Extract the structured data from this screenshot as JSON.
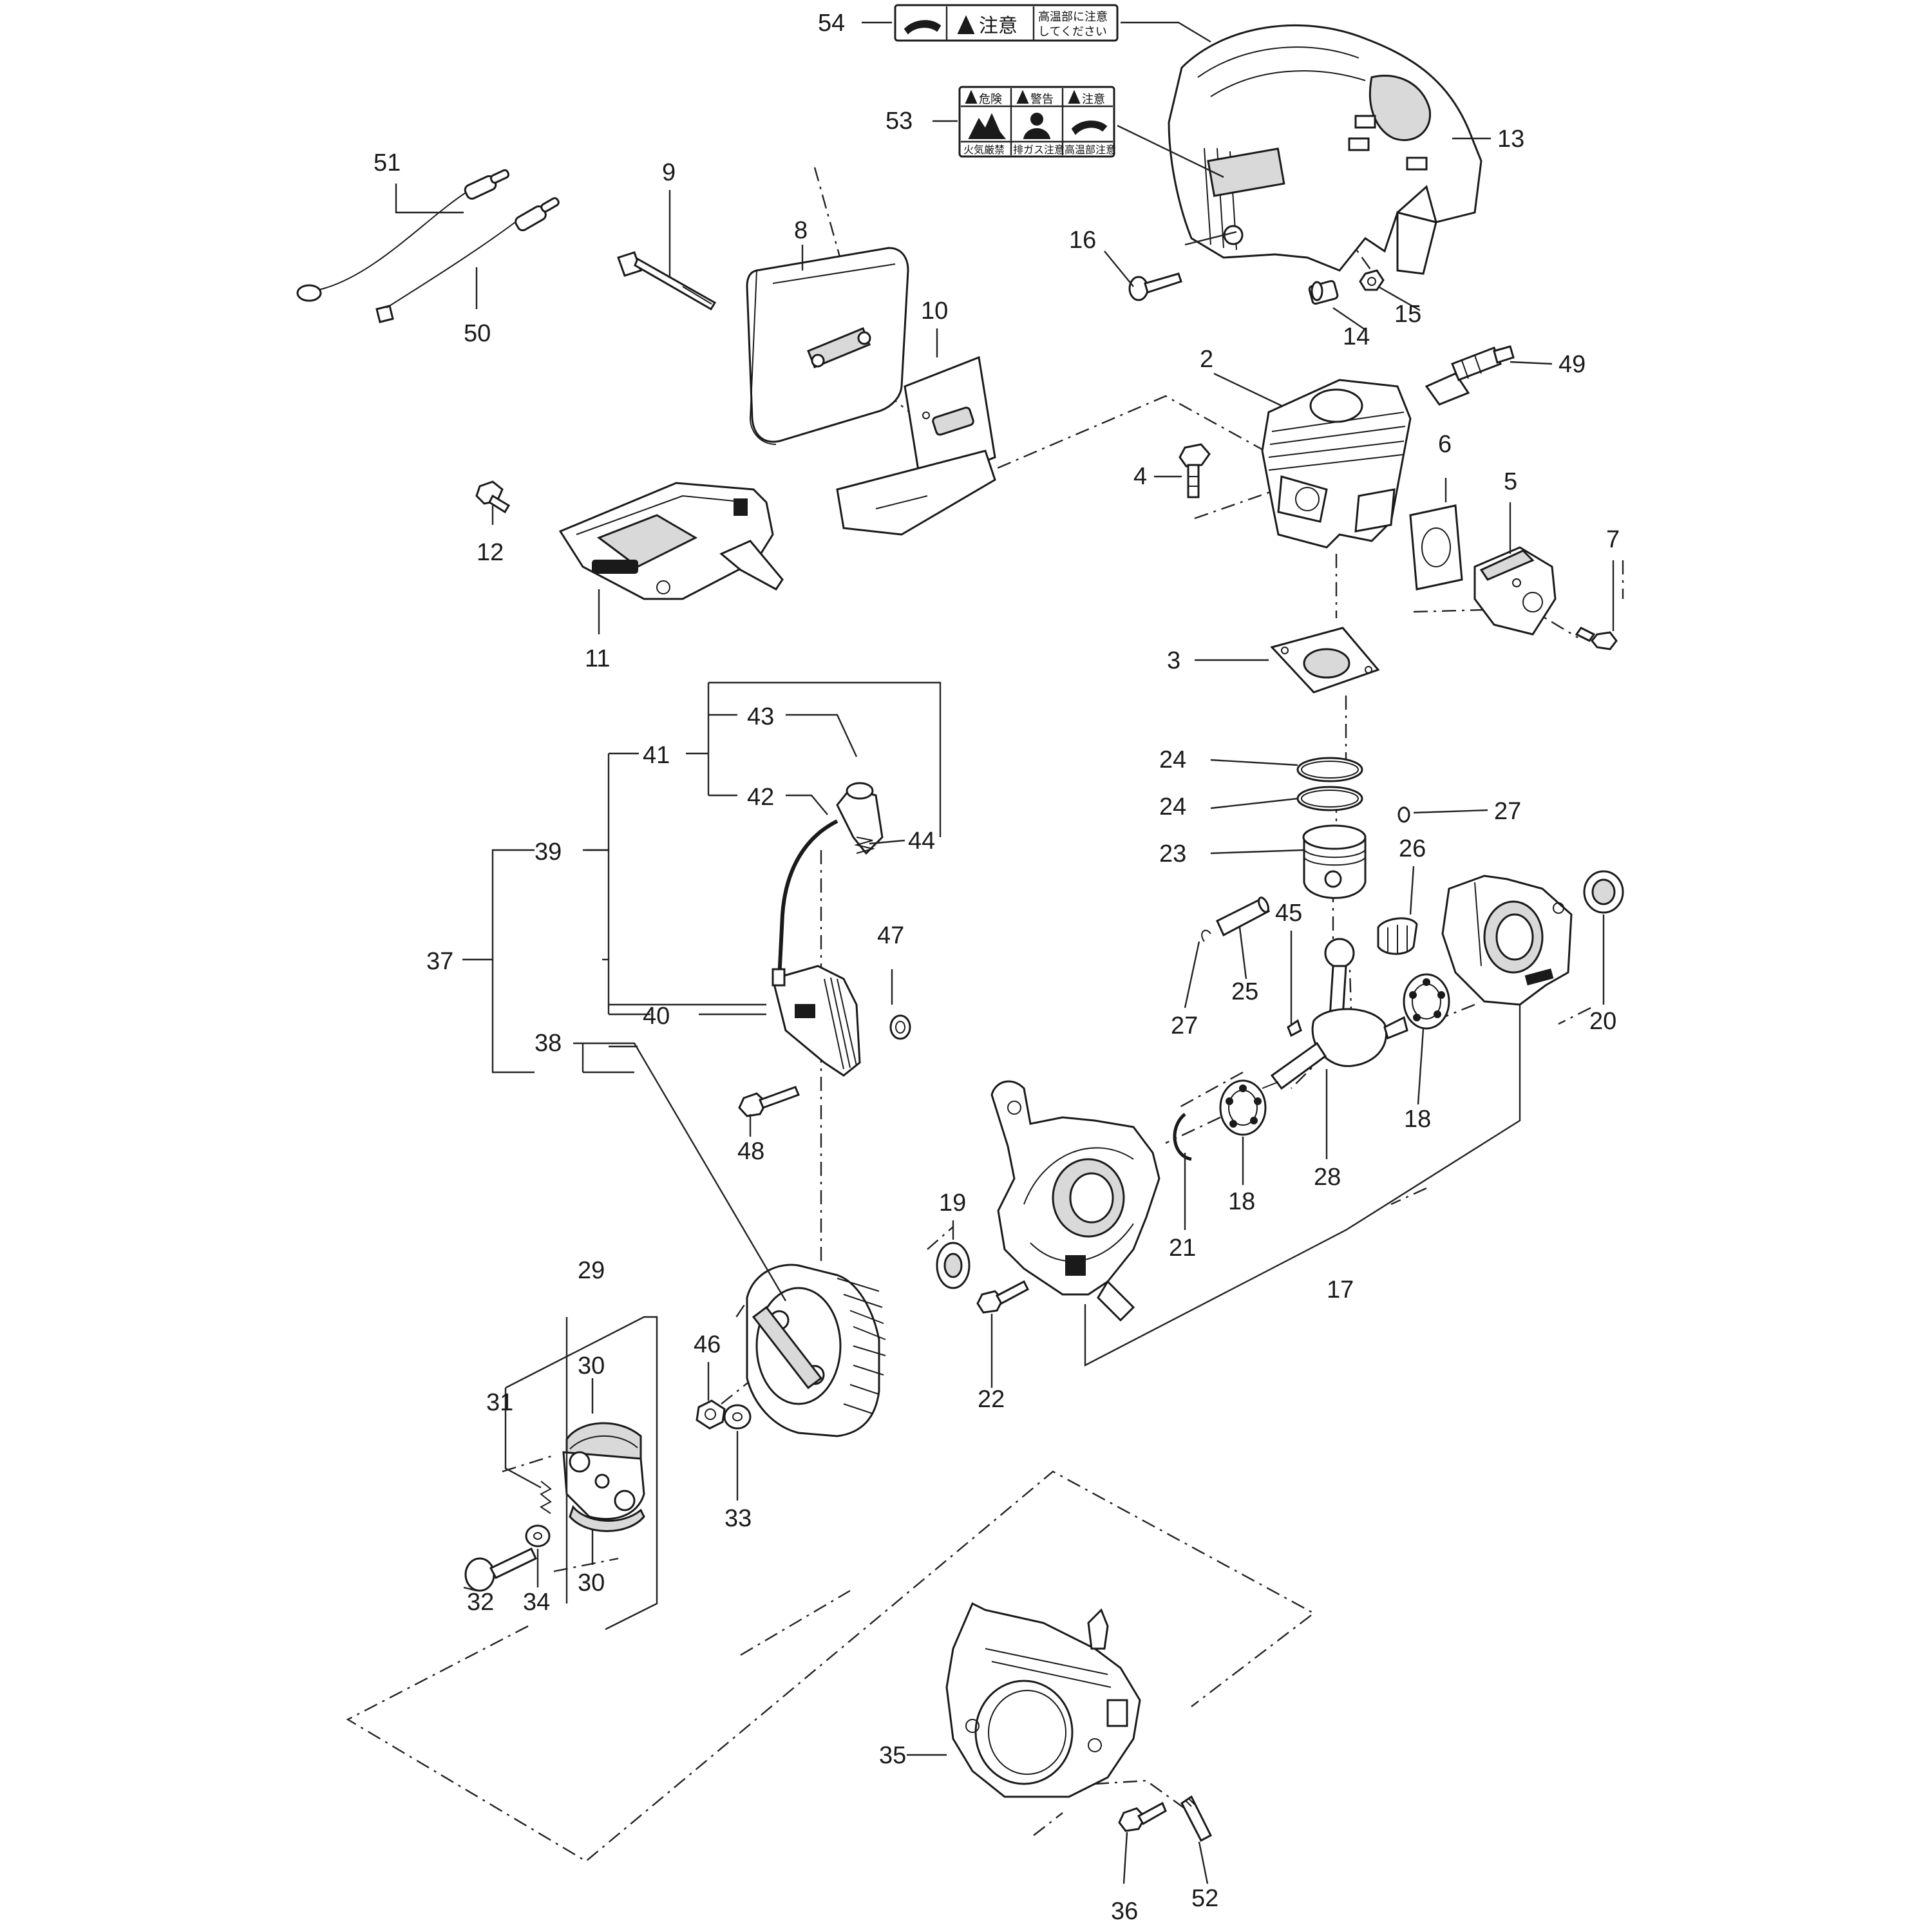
{
  "labels": {
    "p2": "2",
    "p3": "3",
    "p4": "4",
    "p5": "5",
    "p6": "6",
    "p7": "7",
    "p8": "8",
    "p9": "9",
    "p10": "10",
    "p11": "11",
    "p12": "12",
    "p13": "13",
    "p14": "14",
    "p15": "15",
    "p16": "16",
    "p17": "17",
    "p18a": "18",
    "p18b": "18",
    "p19": "19",
    "p20": "20",
    "p21": "21",
    "p22": "22",
    "p23": "23",
    "p24a": "24",
    "p24b": "24",
    "p25": "25",
    "p26": "26",
    "p27a": "27",
    "p27b": "27",
    "p28": "28",
    "p29": "29",
    "p30a": "30",
    "p30b": "30",
    "p31": "31",
    "p32": "32",
    "p33": "33",
    "p34": "34",
    "p35": "35",
    "p36": "36",
    "p37": "37",
    "p38": "38",
    "p39": "39",
    "p40": "40",
    "p41": "41",
    "p42": "42",
    "p43": "43",
    "p44": "44",
    "p45": "45",
    "p46": "46",
    "p47": "47",
    "p48": "48",
    "p49": "49",
    "p50": "50",
    "p51": "51",
    "p52": "52",
    "p53": "53",
    "p54": "54"
  },
  "decals": {
    "d54": {
      "caution": "注意",
      "note_line1": "高温部に注意",
      "note_line2": "してください"
    },
    "d53": {
      "c1_head": "危険",
      "c1_foot": "火気厳禁",
      "c2_head": "警告",
      "c2_foot": "排ガス注意",
      "c3_head": "注意",
      "c3_foot": "高温部注意"
    }
  }
}
